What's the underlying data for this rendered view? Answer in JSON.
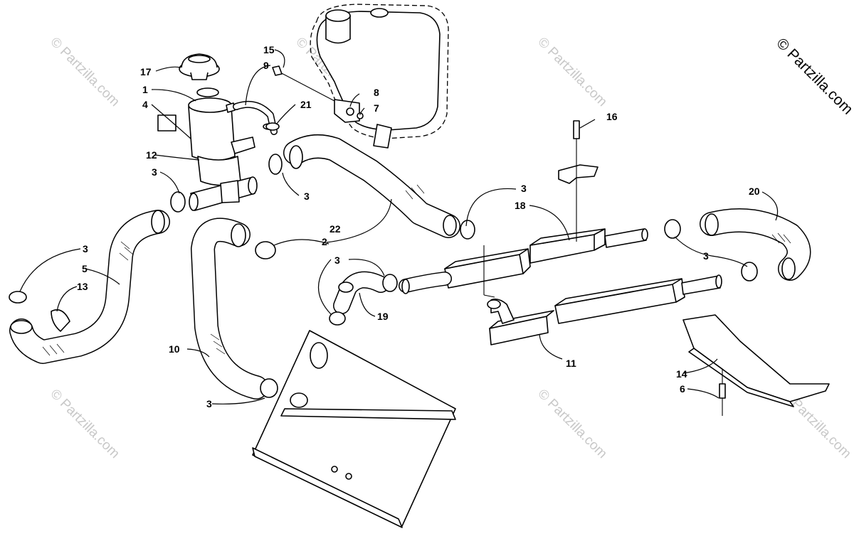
{
  "watermark": {
    "text": "© Partzilla.com",
    "corner_text": "© Partzilla.com"
  },
  "callouts": {
    "c1": "1",
    "c2": "2",
    "c3a": "3",
    "c3b": "3",
    "c3c": "3",
    "c3d": "3",
    "c3e": "3",
    "c3f": "3",
    "c3g": "3",
    "c4": "4",
    "c5": "5",
    "c6": "6",
    "c7": "7",
    "c8": "8",
    "c9": "9",
    "c10": "10",
    "c11": "11",
    "c12": "12",
    "c13": "13",
    "c14": "14",
    "c15": "15",
    "c16": "16",
    "c17": "17",
    "c18": "18",
    "c19": "19",
    "c20": "20",
    "c21": "21",
    "c22": "22"
  }
}
